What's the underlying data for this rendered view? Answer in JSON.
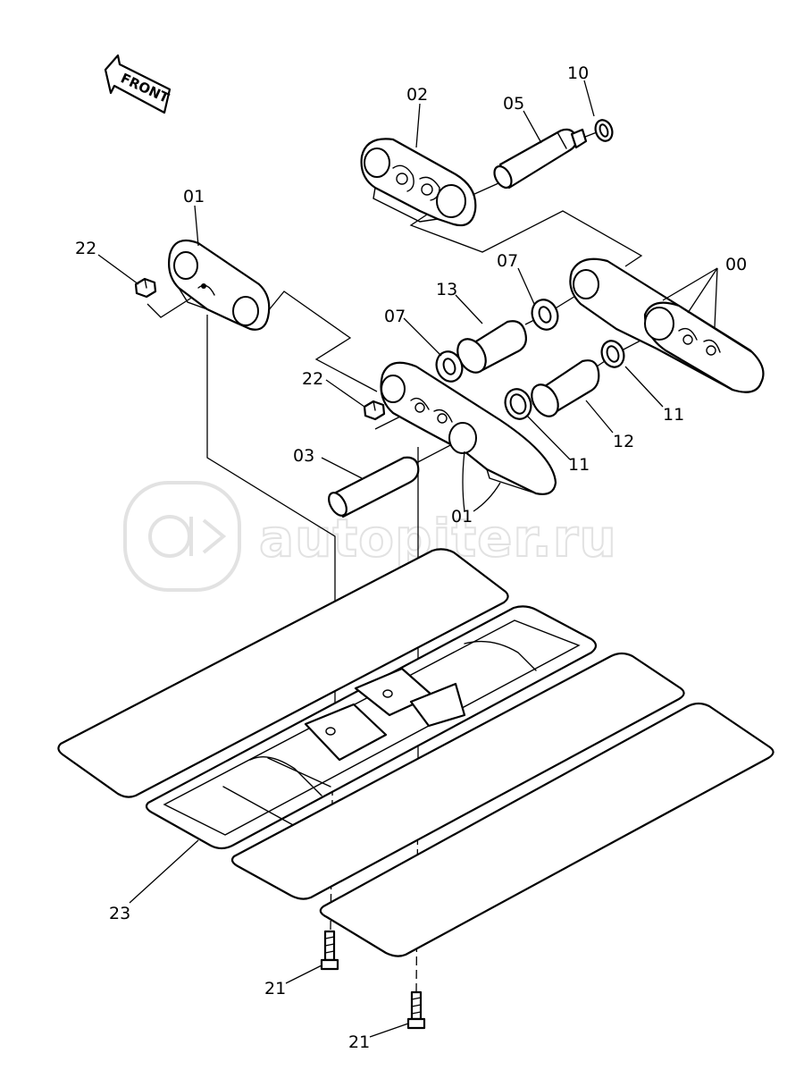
{
  "labels": {
    "p00": "00",
    "p01_top": "01",
    "p01_bottom": "01",
    "p02": "02",
    "p03": "03",
    "p05": "05",
    "p07_upper": "07",
    "p07_lower": "07",
    "p10": "10",
    "p11_right": "11",
    "p11_lower": "11",
    "p12": "12",
    "p13": "13",
    "p21_upper": "21",
    "p21_lower": "21",
    "p22_left": "22",
    "p22_mid": "22",
    "p23": "23"
  },
  "front_arrow": "FRONT",
  "watermark": {
    "icon": "autopiter-logo-icon",
    "text": "autopiter.ru"
  }
}
